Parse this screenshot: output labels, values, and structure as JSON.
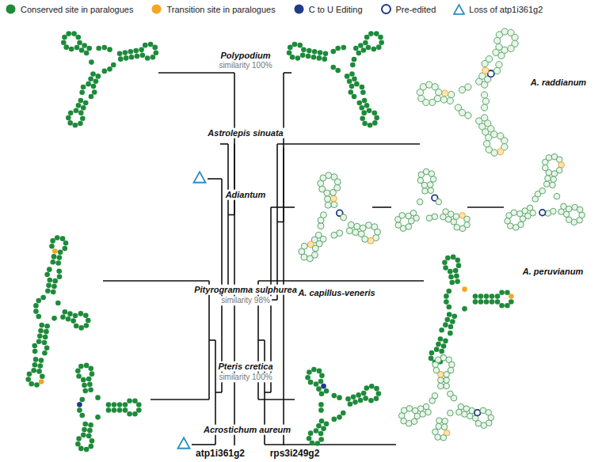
{
  "diagram": {
    "labels": [
      "Polypodium",
      "similarity 100%",
      "Astrolepis sinuata",
      "Adiantum",
      "A. raddianum",
      "A. capillus-veneris",
      "A. peruvianum",
      "Pityrogramma sulphurea",
      "similarity 98%",
      "Pteris cretica",
      "similarity 100%",
      "Acrostichum aureum",
      "atp1i361g2",
      "rps3i249g2"
    ],
    "legend": [
      {
        "text": "Conserved site in paralogues",
        "color": "#1d8b3a"
      },
      {
        "text": "Transition site in paralogues",
        "color": "#f5a623"
      },
      {
        "text": "C to U Editing",
        "color": "#1f3c88"
      },
      {
        "text": "Pre-edited"
      },
      {
        "text": "Loss of atp1i361g2"
      }
    ]
  }
}
